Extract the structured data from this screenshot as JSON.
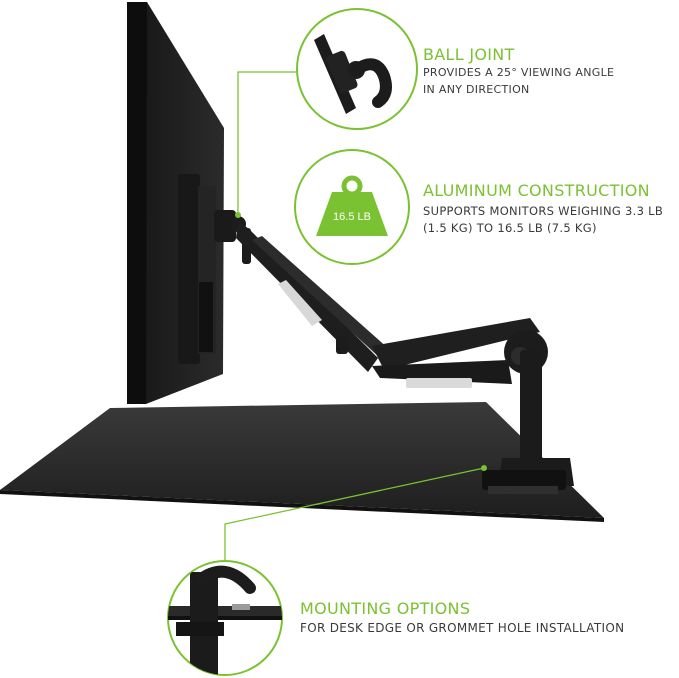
{
  "features": {
    "ball_joint": {
      "title": "BALL JOINT",
      "desc_line1": "PROVIDES A 25° VIEWING ANGLE",
      "desc_line2": "IN ANY DIRECTION"
    },
    "aluminum": {
      "title": "ALUMINUM CONSTRUCTION",
      "desc_line1": "SUPPORTS MONITORS WEIGHING 3.3 LB",
      "desc_line2": "(1.5 KG) TO 16.5 LB (7.5 KG)",
      "weight_label": "16.5 LB"
    },
    "mounting": {
      "title": "MOUNTING OPTIONS",
      "desc": "FOR DESK EDGE OR GROMMET HOLE INSTALLATION"
    }
  },
  "colors": {
    "accent": "#7ac231",
    "text": "#3a3a3a",
    "product": "#1c1c1c",
    "desk": "#262626"
  },
  "icons": [
    "weight-icon"
  ]
}
